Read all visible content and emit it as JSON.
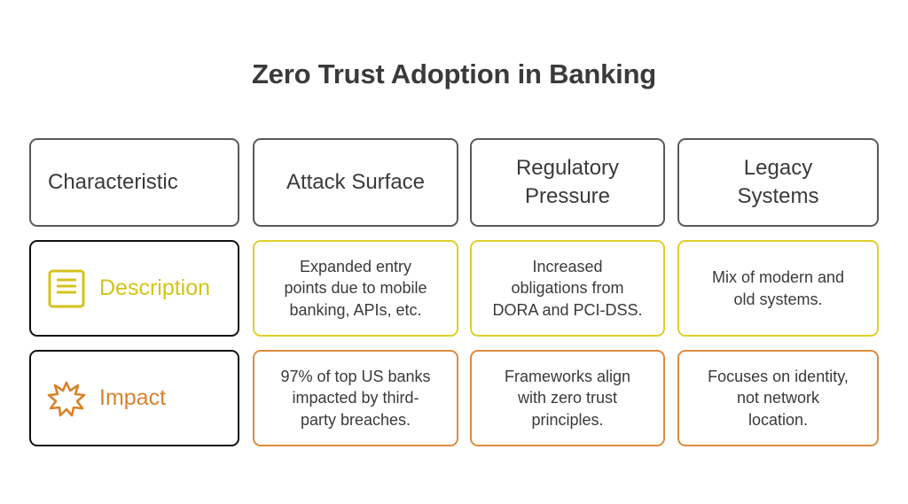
{
  "title": "Zero Trust Adoption in Banking",
  "header": {
    "label": "Characteristic",
    "columns": [
      [
        "Attack Surface"
      ],
      [
        "Regulatory",
        "Pressure"
      ],
      [
        "Legacy",
        "Systems"
      ]
    ]
  },
  "rows": [
    {
      "label": "Description",
      "icon": "document-icon",
      "color": "#dfcf2a",
      "label_color": "#d4c31a",
      "cells": [
        [
          "Expanded entry",
          "points due to mobile",
          "banking, APIs, etc."
        ],
        [
          "Increased",
          "obligations from",
          "DORA and PCI-DSS."
        ],
        [
          "Mix of modern and",
          "old systems."
        ]
      ]
    },
    {
      "label": "Impact",
      "icon": "explosion-icon",
      "color": "#dc8c3c",
      "label_color": "#d9822b",
      "cells": [
        [
          "97% of top US banks",
          "impacted by third-",
          "party breaches."
        ],
        [
          "Frameworks align",
          "with zero trust",
          "principles."
        ],
        [
          "Focuses on identity,",
          "not network",
          "location."
        ]
      ]
    }
  ]
}
